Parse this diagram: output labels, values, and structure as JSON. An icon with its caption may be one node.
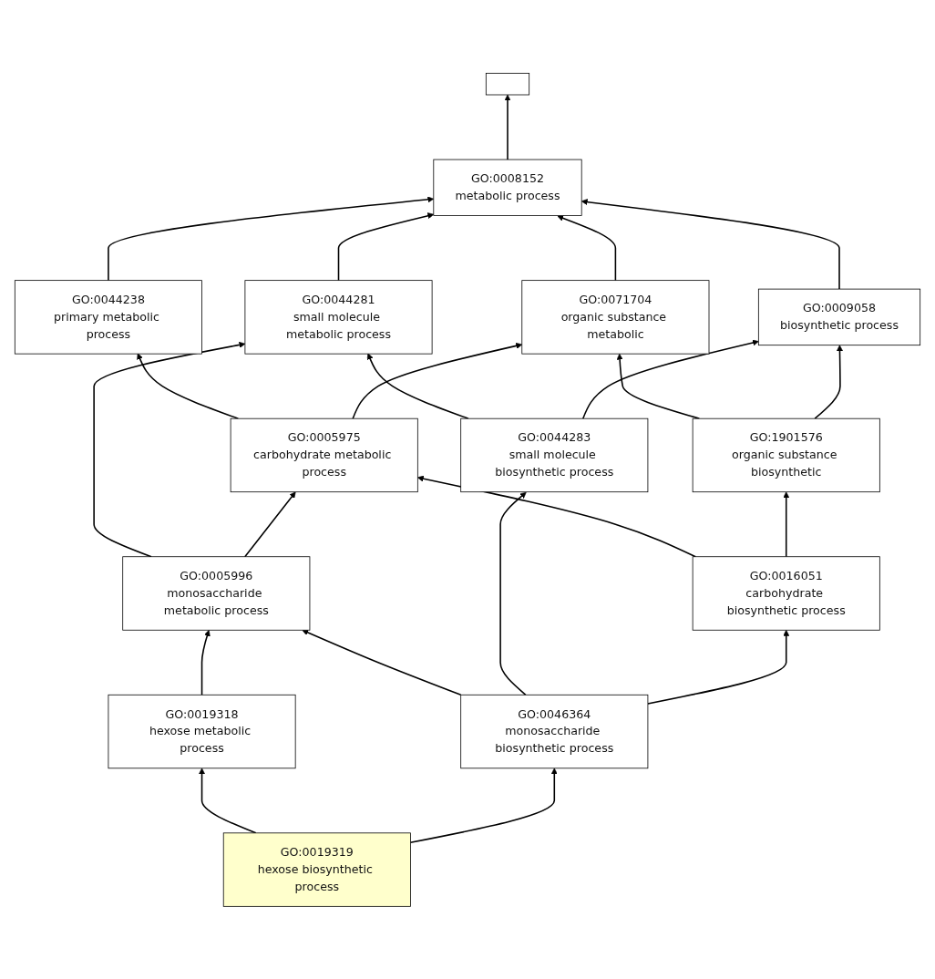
{
  "diagram": {
    "nodes": [
      {
        "text": [],
        "shape": "box"
      },
      {
        "text": [
          "GO:0008152",
          "metabolic process"
        ]
      },
      {
        "text": [
          "GO:0044281",
          "small molecule metabolic process"
        ]
      },
      {
        "text": [
          "GO:0044238",
          "primary metabolic process"
        ]
      },
      {
        "text": [
          "GO:0071704",
          "organic substance metabolic"
        ]
      },
      {
        "text": [
          "GO:0009058",
          "biosynthetic process"
        ]
      },
      {
        "text": [
          "GO:0005975",
          "carbohydrate metabolic process"
        ]
      },
      {
        "text": [
          "GO:1901576",
          "organic substance biosynthetic"
        ]
      },
      {
        "text": [
          "GO:0005996",
          "monosaccharide metabolic process"
        ]
      },
      {
        "text": [
          "GO:0044283",
          "small molecule biosynthetic process"
        ]
      },
      {
        "text": [
          "GO:0016051",
          "carbohydrate biosynthetic process"
        ]
      },
      {
        "text": [
          "GO:0019318",
          "hexose metabolic process"
        ]
      },
      {
        "text": [
          "GO:0046364",
          "monosaccharide biosynthetic process"
        ]
      },
      {
        "text": [
          "GO:0019319",
          "hexose biosynthetic process"
        ]
      }
    ],
    "edges": [
      {
        "from": 1,
        "to": 0,
        "arrow": "to"
      },
      {
        "from": 2,
        "to": 1,
        "arrow": "to"
      },
      {
        "from": 3,
        "to": 1,
        "arrow": "to"
      },
      {
        "from": 4,
        "to": 1,
        "arrow": "to"
      },
      {
        "from": 5,
        "to": 1,
        "arrow": "to"
      },
      {
        "from": 6,
        "to": 3,
        "arrow": "to"
      },
      {
        "from": 6,
        "to": 4,
        "arrow": "to"
      },
      {
        "from": 7,
        "to": 4,
        "arrow": "to"
      },
      {
        "from": 7,
        "to": 5,
        "arrow": "to"
      },
      {
        "from": 8,
        "to": 2,
        "arrow": "to"
      },
      {
        "from": 8,
        "to": 6,
        "arrow": "to"
      },
      {
        "from": 9,
        "to": 2,
        "arrow": "to"
      },
      {
        "from": 9,
        "to": 5,
        "arrow": "to"
      },
      {
        "from": 10,
        "to": 6,
        "arrow": "to"
      },
      {
        "from": 10,
        "to": 7,
        "arrow": "to"
      },
      {
        "from": 11,
        "to": 8,
        "arrow": "to"
      },
      {
        "from": 12,
        "to": 8,
        "arrow": "to"
      },
      {
        "from": 12,
        "to": 9,
        "arrow": "to"
      },
      {
        "from": 12,
        "to": 10,
        "arrow": "to"
      },
      {
        "from": 13,
        "to": 11,
        "arrow": "to"
      },
      {
        "from": 13,
        "to": 12,
        "arrow": "to"
      }
    ]
  }
}
